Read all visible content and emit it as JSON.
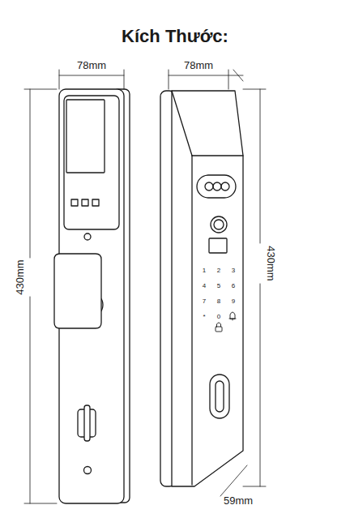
{
  "diagram": {
    "title": "Kích Thước:",
    "labels": [
      "78mm",
      "78mm",
      "430mm",
      "430mm",
      "59mm",
      "1",
      "2",
      "3",
      "4",
      "5",
      "6",
      "7",
      "8",
      "9",
      "*",
      "0"
    ]
  }
}
